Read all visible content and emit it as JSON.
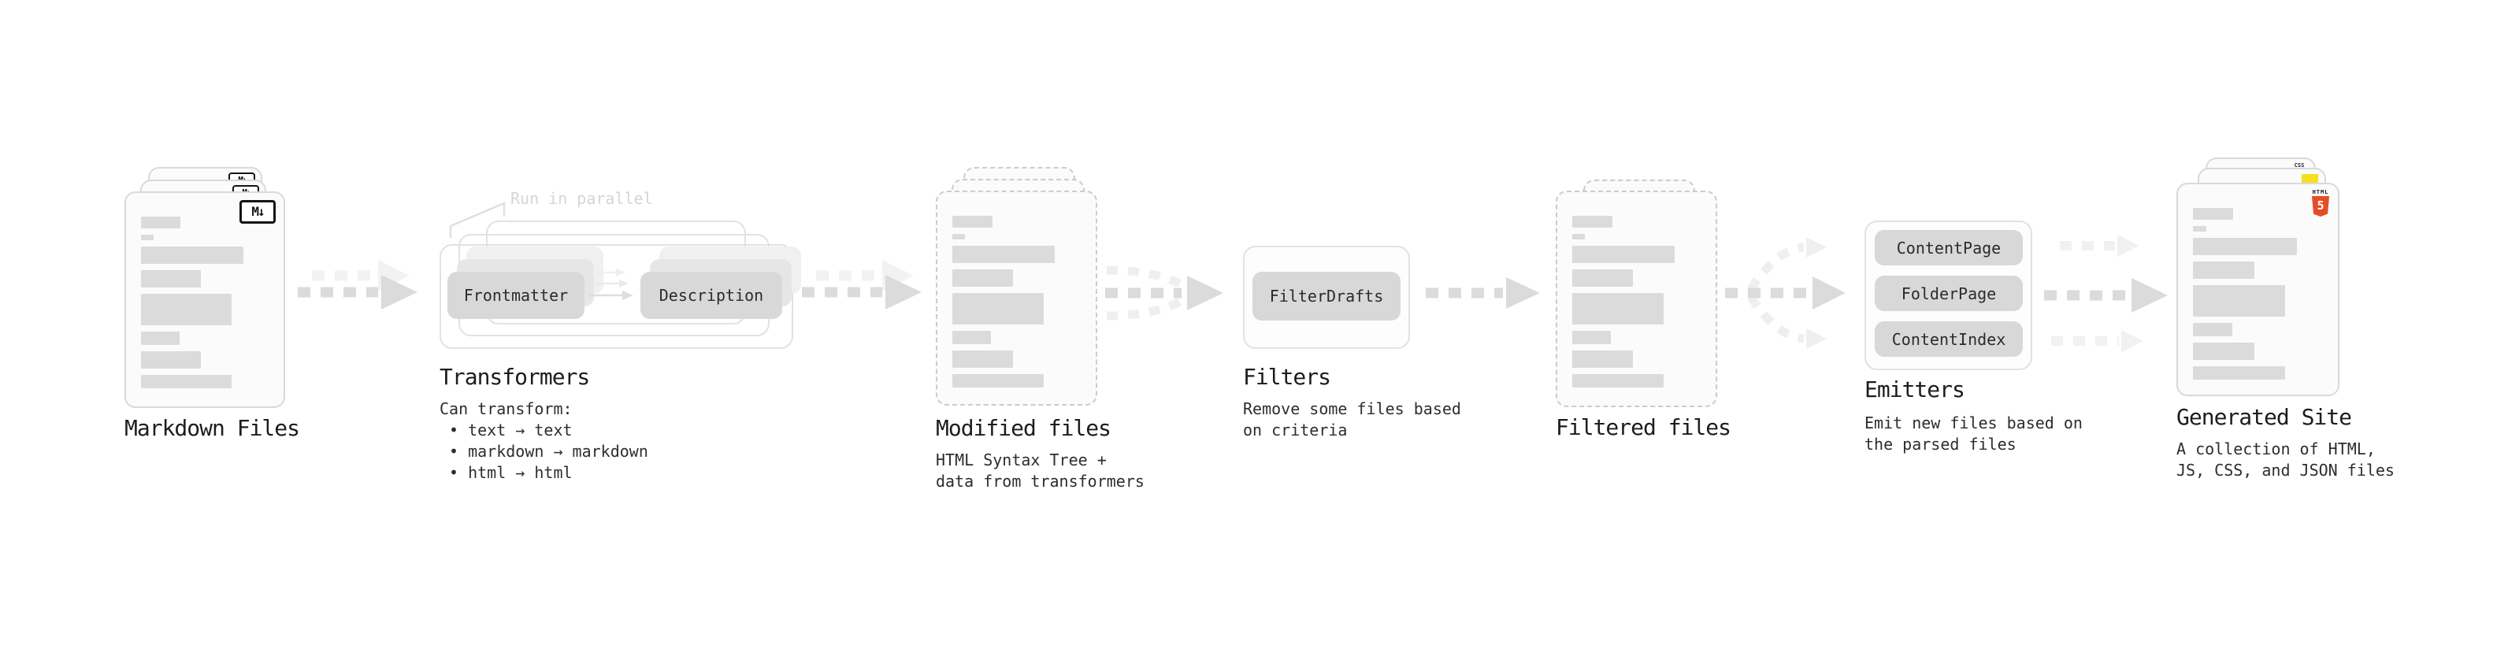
{
  "stages": {
    "markdown_files": {
      "label": "Markdown Files"
    },
    "transformers": {
      "annotation": "Run in parallel",
      "nodes": {
        "frontmatter": "Frontmatter",
        "description": "Description"
      },
      "title": "Transformers",
      "desc_heading": "Can transform:",
      "bullets": [
        "• text → text",
        "• markdown → markdown",
        "• html → html"
      ]
    },
    "modified_files": {
      "title": "Modified files",
      "desc_line1": "HTML Syntax Tree +",
      "desc_line2": "data from transformers"
    },
    "filters": {
      "title": "Filters",
      "node": "FilterDrafts",
      "desc_line1": "Remove some files based",
      "desc_line2": "on criteria"
    },
    "filtered_files": {
      "label": "Filtered files"
    },
    "emitters": {
      "title": "Emitters",
      "nodes": [
        "ContentPage",
        "FolderPage",
        "ContentIndex"
      ],
      "desc_line1": "Emit new files based on",
      "desc_line2": "the parsed files"
    },
    "generated_site": {
      "title": "Generated Site",
      "desc_line1": "A collection of HTML,",
      "desc_line2": "JS, CSS, and JSON files"
    }
  },
  "icons": {
    "markdown_badge": "M↓",
    "html5_text": "HTML",
    "html5_number": "5",
    "css_text": "CSS"
  },
  "colors": {
    "arrow_dark": "#dbdbdb",
    "arrow_light": "#f1f1f1",
    "node_fill": "#d8d8d8",
    "card_border": "#d9d9d9",
    "dashed_border": "#cbcbcb",
    "html5_orange": "#e44d26",
    "js_yellow": "#f7df1e",
    "css_blue": "#2d6de0",
    "annotation_gray": "#d6d6d6"
  }
}
